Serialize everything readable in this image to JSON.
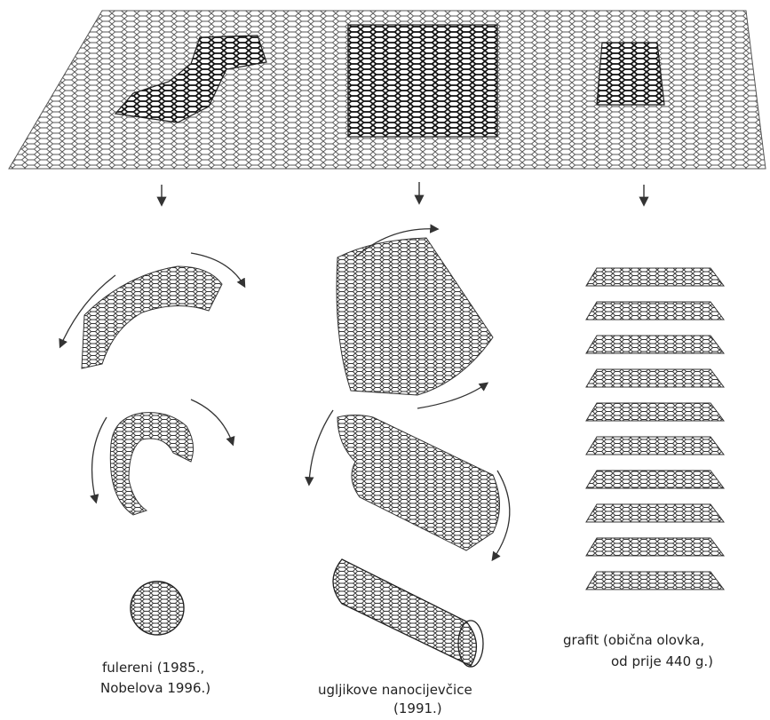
{
  "captions": {
    "fullerenes_line1": "fulereni (1985.,",
    "fullerenes_line2": "Nobelova 1996.)",
    "nanotubes_line1": "ugljikove nanocijevčice",
    "nanotubes_line2": "(1991.)",
    "graphite_line1": "grafit (obična olovka,",
    "graphite_line2": "od prije 440 g.)"
  },
  "colors": {
    "line": "#444444",
    "highlight": "#222222"
  }
}
